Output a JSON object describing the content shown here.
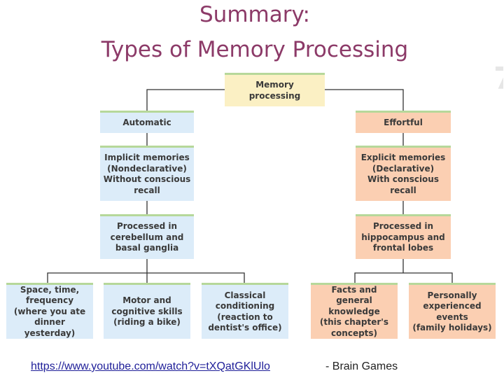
{
  "title": {
    "line1": "Summary:",
    "line2": "Types of Memory Processing"
  },
  "diagram": {
    "root": "Memory\nprocessing",
    "automatic": {
      "header": "Automatic",
      "type": "Implicit memories\n(Nondeclarative)\nWithout conscious\nrecall",
      "location": "Processed in\ncerebellum and\nbasal ganglia",
      "leaves": [
        "Space, time,\nfrequency\n(where you ate\ndinner yesterday)",
        "Motor and\ncognitive skills\n(riding a bike)",
        "Classical\nconditioning\n(reaction to\ndentist's office)"
      ]
    },
    "effortful": {
      "header": "Effortful",
      "type": "Explicit memories\n(Declarative)\nWith conscious\nrecall",
      "location": "Processed in\nhippocampus and\nfrontal lobes",
      "leaves": [
        "Facts and\ngeneral knowledge\n(this chapter's\nconcepts)",
        "Personally\nexperienced\nevents\n(family holidays)"
      ]
    }
  },
  "footer": {
    "link": "https://www.youtube.com/watch?v=tXQatGKlUlo",
    "note": "- Brain Games"
  },
  "colors": {
    "title": "#8c3a68",
    "root_fill": "#fbf0c4",
    "automatic_fill": "#dcecf9",
    "effortful_fill": "#fbcfb2",
    "box_top_border": "#b6d89a",
    "connector": "#333333",
    "link": "#1f1f99"
  }
}
